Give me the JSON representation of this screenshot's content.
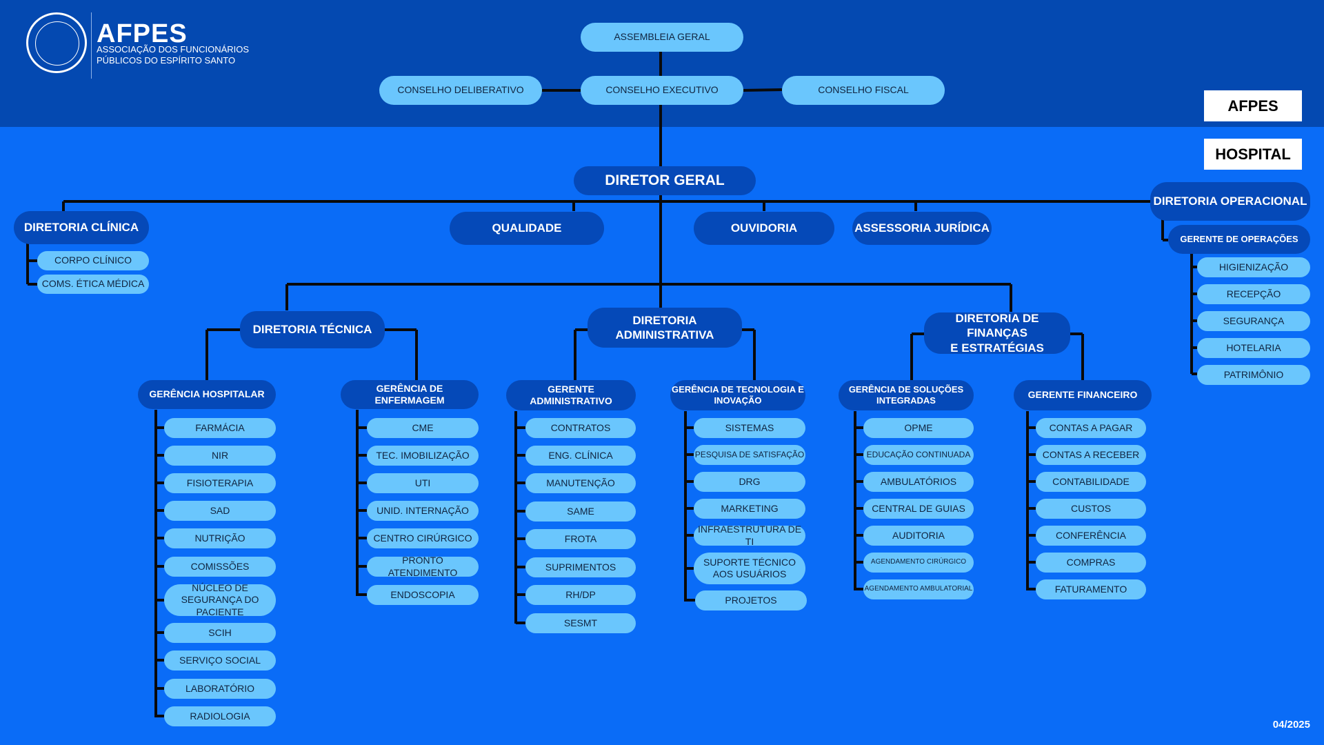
{
  "header": {
    "brand": "AFPES",
    "subtitle_line1": "ASSOCIAÇÃO DOS FUNCIONÁRIOS",
    "subtitle_line2": "PÚBLICOS DO ESPÍRITO SANTO"
  },
  "top": {
    "assembleia": "ASSEMBLEIA GERAL",
    "deliberativo": "CONSELHO DELIBERATIVO",
    "executivo": "CONSELHO EXECUTIVO",
    "fiscal": "CONSELHO FISCAL"
  },
  "legend": {
    "afpes": "AFPES",
    "hospital": "HOSPITAL"
  },
  "director_geral": "DIRETOR GERAL",
  "staff": {
    "qualidade": "QUALIDADE",
    "ouvidoria": "OUVIDORIA",
    "juridica": "ASSESSORIA JURÍDICA"
  },
  "clinica": {
    "title": "DIRETORIA CLÍNICA",
    "items": [
      "CORPO CLÍNICO",
      "COMS. ÉTICA MÉDICA"
    ]
  },
  "operacional": {
    "title": "DIRETORIA OPERACIONAL",
    "manager": "GERENTE DE OPERAÇÕES",
    "items": [
      "HIGIENIZAÇÃO",
      "RECEPÇÃO",
      "SEGURANÇA",
      "HOTELARIA",
      "PATRIMÔNIO"
    ]
  },
  "tecnica": {
    "title": "DIRETORIA TÉCNICA",
    "hospitalar": {
      "title": "GERÊNCIA HOSPITALAR",
      "items": [
        "FARMÁCIA",
        "NIR",
        "FISIOTERAPIA",
        "SAD",
        "NUTRIÇÃO",
        "COMISSÕES",
        "NÚCLEO DE SEGURANÇA DO PACIENTE",
        "SCIH",
        "SERVIÇO SOCIAL",
        "LABORATÓRIO",
        "RADIOLOGIA"
      ]
    },
    "enfermagem": {
      "title": "GERÊNCIA DE ENFERMAGEM",
      "items": [
        "CME",
        "TEC. IMOBILIZAÇÃO",
        "UTI",
        "UNID. INTERNAÇÃO",
        "CENTRO CIRÚRGICO",
        "PRONTO ATENDIMENTO",
        "ENDOSCOPIA"
      ]
    }
  },
  "administrativa": {
    "title_line1": "DIRETORIA",
    "title_line2": "ADMINISTRATIVA",
    "gerente": {
      "title": "GERENTE ADMINISTRATIVO",
      "items": [
        "CONTRATOS",
        "ENG. CLÍNICA",
        "MANUTENÇÃO",
        "SAME",
        "FROTA",
        "SUPRIMENTOS",
        "RH/DP",
        "SESMT"
      ]
    },
    "ti": {
      "title_line1": "GERÊNCIA DE TECNOLOGIA E",
      "title_line2": "INOVAÇÃO",
      "items": [
        "SISTEMAS",
        "PESQUISA DE SATISFAÇÃO",
        "DRG",
        "MARKETING",
        "INFRAESTRUTURA DE TI",
        "SUPORTE TÉCNICO AOS USUÁRIOS",
        "PROJETOS"
      ]
    }
  },
  "financas": {
    "title_line1": "DIRETORIA DE FINANÇAS",
    "title_line2": "E ESTRATÉGIAS",
    "solucoes": {
      "title_line1": "GERÊNCIA DE SOLUÇÕES",
      "title_line2": "INTEGRADAS",
      "items": [
        "OPME",
        "EDUCAÇÃO CONTINUADA",
        "AMBULATÓRIOS",
        "CENTRAL DE GUIAS",
        "AUDITORIA",
        "AGENDAMENTO CIRÚRGICO",
        "AGENDAMENTO AMBULATORIAL"
      ]
    },
    "financeiro": {
      "title": "GERENTE FINANCEIRO",
      "items": [
        "CONTAS A PAGAR",
        "CONTAS A RECEBER",
        "CONTABILIDADE",
        "CUSTOS",
        "CONFERÊNCIA",
        "COMPRAS",
        "FATURAMENTO"
      ]
    }
  },
  "date": "04/2025"
}
